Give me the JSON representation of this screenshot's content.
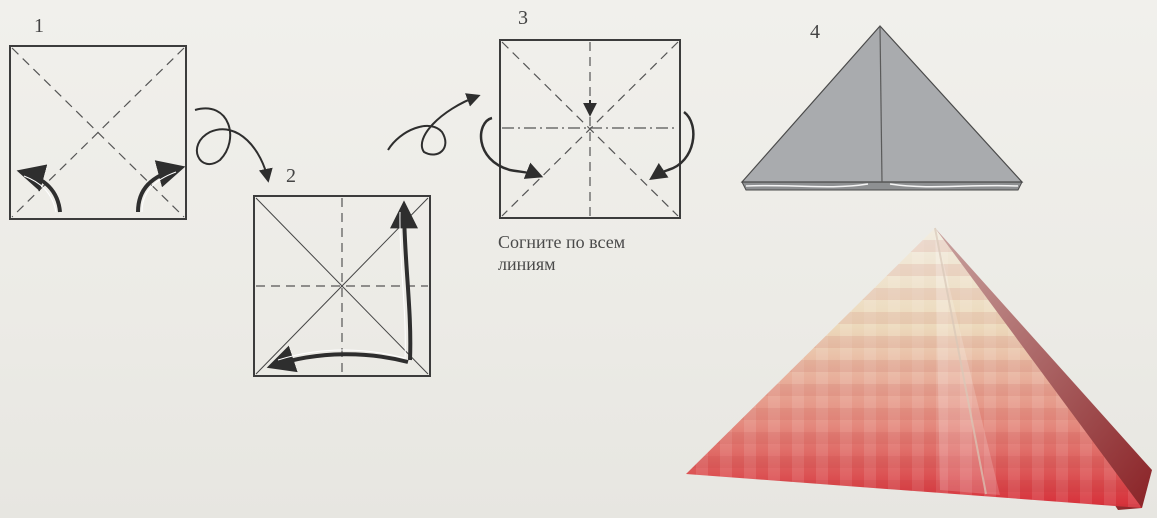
{
  "steps": [
    {
      "number": "1"
    },
    {
      "number": "2"
    },
    {
      "number": "3"
    },
    {
      "number": "4"
    }
  ],
  "caption": {
    "line1": "Согните по всем",
    "line2": "линиям"
  },
  "colors": {
    "background": "#eeede9",
    "line": "#3c3c3c",
    "fold_gray": "#a9abae",
    "pyramid_light": "#efe6d2",
    "pyramid_red": "#d8303a"
  },
  "icons": [
    "fold-arrow-icon",
    "turn-over-icon",
    "crease-arrow-icon"
  ]
}
